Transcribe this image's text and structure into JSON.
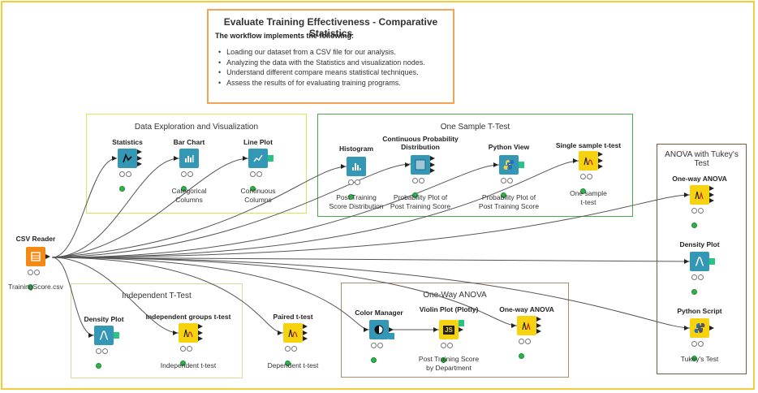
{
  "description": {
    "title": "Evaluate Training Effectiveness - Comparative Statistics",
    "subtitle": "The workflow implements the following:",
    "items": [
      "Loading our dataset from a CSV file for our analysis.",
      "Analyzing the data with the Statistics and visualization nodes.",
      "Understand different compare means statistical techniques.",
      "Assess the results of for evaluating training programs."
    ]
  },
  "annotations": {
    "data_exploration": "Data Exploration and Visualization",
    "one_sample": "One Sample T-Test",
    "anova_tukey": "ANOVA with Tukey's Test",
    "independent": "Independent T-Test",
    "one_way": "One-Way ANOVA"
  },
  "nodes": {
    "csv_reader": {
      "title": "CSV Reader",
      "label": "TrainingScore.csv",
      "icon": "table-icon"
    },
    "statistics": {
      "title": "Statistics",
      "label": "",
      "icon": "statistics-icon"
    },
    "bar_chart": {
      "title": "Bar Chart",
      "label": "Categorical\nColumns",
      "icon": "bar-chart-icon"
    },
    "line_plot": {
      "title": "Line Plot",
      "label": "Continuous\nColumns",
      "icon": "line-plot-icon"
    },
    "histogram": {
      "title": "Histogram",
      "label": "Post Training\nScore Distribution",
      "icon": "histogram-icon"
    },
    "cont_prob": {
      "title": "Continuous Probability\nDistribution",
      "label": "Probability Plot of\nPost Training Score",
      "icon": "distribution-icon"
    },
    "python_view": {
      "title": "Python View",
      "label": "Probability Plot of\nPost Training Score",
      "icon": "python-icon"
    },
    "single_t": {
      "title": "Single sample t-test",
      "label": "One sample\nt-test",
      "icon": "t-test-icon"
    },
    "oneway_anova_r": {
      "title": "One-way ANOVA",
      "label": "",
      "icon": "anova-icon"
    },
    "density_plot_r": {
      "title": "Density Plot",
      "label": "",
      "icon": "density-icon"
    },
    "python_script": {
      "title": "Python Script",
      "label": "Tukey's Test",
      "icon": "python-icon"
    },
    "density_plot_l": {
      "title": "Density Plot",
      "label": "",
      "icon": "density-icon"
    },
    "indep_t": {
      "title": "Independent groups t-test",
      "label": "Independent t-test",
      "icon": "t-test-icon"
    },
    "paired_t": {
      "title": "Paired t-test",
      "label": "Dependent t-test",
      "icon": "t-test-icon"
    },
    "color_manager": {
      "title": "Color Manager",
      "label": "",
      "icon": "color-icon"
    },
    "violin_plot": {
      "title": "Violin Plot (Plotly)",
      "label": "Post Training Score\nby Department",
      "icon": "js-icon"
    },
    "oneway_anova_m": {
      "title": "One-way ANOVA",
      "label": "",
      "icon": "anova-icon"
    }
  },
  "colors": {
    "frame": "#f2cc3a",
    "description_border": "#f2a454",
    "data_exploration_border": "#d9e45c",
    "one_sample_border": "#4aac48",
    "anova_tukey_border": "#7a5a3c",
    "independent_border": "#d3dc9e",
    "one_way_border": "#b08d6a",
    "node_blue": "#3497b5",
    "node_yellow": "#f6d20f",
    "node_orange": "#f28a15"
  }
}
